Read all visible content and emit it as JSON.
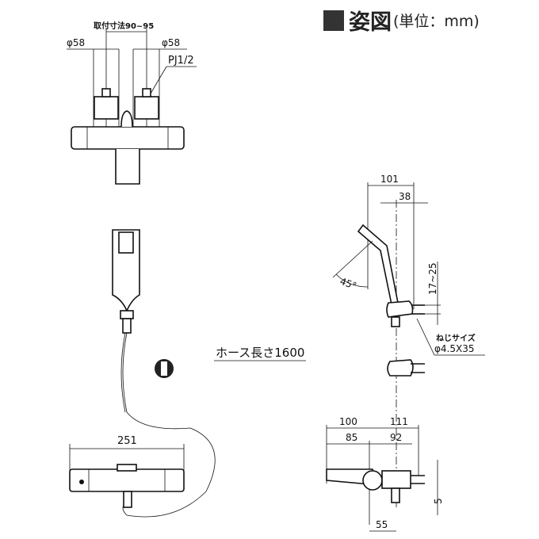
{
  "header": {
    "title": "姿図",
    "unit": "(単位：mm)"
  },
  "top_view": {
    "mount_pitch": "取付寸法90~95",
    "dia_left": "φ58",
    "dia_right": "φ58",
    "thread": "PJ1/2"
  },
  "side_view": {
    "width_total": "101",
    "width_offset": "38",
    "angle": "45°",
    "range": "17~25",
    "screw_label": "ねじサイズ",
    "screw_size": "φ4.5X35"
  },
  "hose": {
    "label": "ホース長さ1600"
  },
  "front_view": {
    "width": "251"
  },
  "bottom_side_view": {
    "left_100": "100",
    "right_111": "111",
    "left_85": "85",
    "right_92": "92",
    "height_5": "5",
    "bottom_55": "55"
  }
}
